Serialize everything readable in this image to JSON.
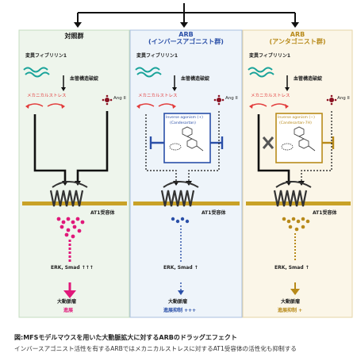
{
  "page_title": "ARB治療の薬効評価モデル",
  "panels": [
    {
      "header": "対照群",
      "header_color": "#111111",
      "bg": "#eef5ec",
      "border": "#b8d4b2",
      "fibrillin": "変異フィブリリン1",
      "vascular": "血管構造破綻",
      "stress": "メカニカルストレス",
      "ang": "Ang II",
      "receptor": "AT1受容体",
      "signal": "ERK, Smad ↑↑↑",
      "outcome": "大動脈瘤",
      "result": "進展",
      "result_color": "#e0187a"
    },
    {
      "header": "ARB",
      "header2": "(インバースアゴニスト群)",
      "header_color": "#2a4fa8",
      "bg": "#edf3fa",
      "border": "#9fb6d8",
      "fibrillin": "変異フィブリリン1",
      "vascular": "血管構造破綻",
      "stress": "メカニカルストレス",
      "ang": "Ang II",
      "drug_line1": "Inverse agonism (+)",
      "drug_line2": "(Candesartan)",
      "receptor": "AT1受容体",
      "signal": "ERK, Smad ↑",
      "outcome": "大動脈瘤",
      "result": "進展抑制 +++",
      "result_color": "#2a4fa8"
    },
    {
      "header": "ARB",
      "header2": "(アンタゴニスト群)",
      "header_color": "#b88a1a",
      "bg": "#fbf5e6",
      "border": "#e0cc98",
      "fibrillin": "変異フィブリリン1",
      "vascular": "血管構造破綻",
      "stress": "メカニカルストレス",
      "ang": "Ang II",
      "drug_line1": "Inverse agonism (−)",
      "drug_line2": "(Candesartan-7H)",
      "receptor": "AT1受容体",
      "signal": "ERK, Smad ↑",
      "outcome": "大動脈瘤",
      "result": "進展抑制 +",
      "result_color": "#b88a1a"
    }
  ],
  "caption": {
    "title": "図:MFSモデルマウスを用いた大動脈拡大に対するARBのドラッグエフェクト",
    "body": "インバースアゴニスト活性を有するARBではメカニカルストレスに対するAT1受容体の活性化も抑制する"
  },
  "colors": {
    "stress_red": "#e23a3a",
    "ang_red": "#8a1020",
    "fibrillin_teal": "#1aa39a",
    "receptor_gold": "#c9a227",
    "receptor_dark": "#333333"
  }
}
